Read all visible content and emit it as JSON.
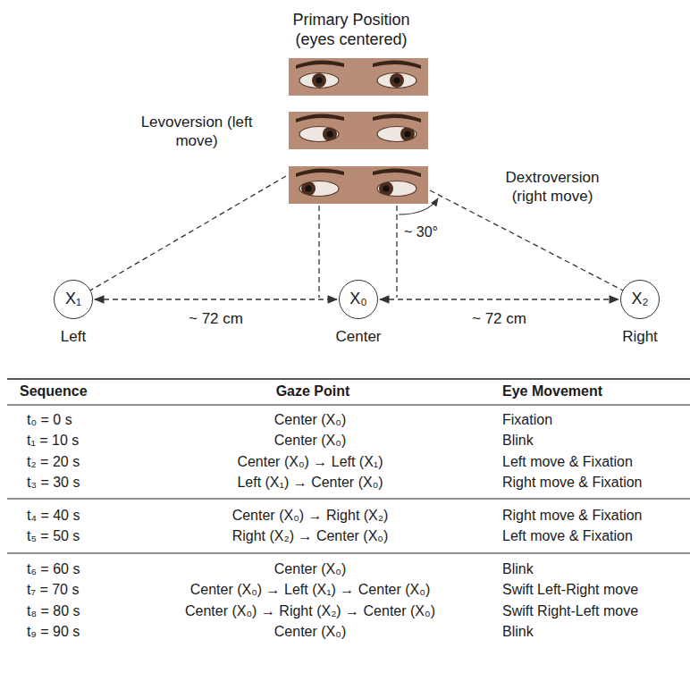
{
  "diagram": {
    "nodes": [
      {
        "text": [
          "X₁",
          "Left"
        ]
      },
      {
        "text": [
          "X₀",
          "Center"
        ]
      },
      {
        "text": [
          "X₂",
          "Right"
        ]
      }
    ],
    "edges": [
      {
        "from": 0,
        "to": 1,
        "arrow": "both",
        "label": "~ 72 cm"
      },
      {
        "from": 1,
        "to": 2,
        "arrow": "both",
        "label": "~ 72 cm"
      }
    ],
    "labels": [
      "Primary Position (eyes centered)",
      "Levoversion (left move)",
      "Dextroversion (right move)",
      "~ 30°",
      "Sequence",
      "Gaze Point",
      "Eye Movement",
      "t₀ = 0 s",
      "Center (X₀)",
      "Fixation",
      "t₁ = 10 s",
      "Center (X₀)",
      "Blink",
      "t₂ = 20 s",
      "Center (X₀) → Left (X₁)",
      "Left move & Fixation",
      "t₃ = 30 s",
      "Left (X₁) → Center (X₀)",
      "Right move & Fixation",
      "t₄ = 40 s",
      "Center (X₀) → Right (X₂)",
      "Right move & Fixation",
      "t₅ = 50 s",
      "Right (X₂) → Center (X₀)",
      "Left move & Fixation",
      "t₆ = 60 s",
      "Center (X₀)",
      "Blink",
      "t₇ = 70 s",
      "Center (X₀) → Left (X₁) → Center (X₀)",
      "Swift Left-Right move",
      "t₈ = 80 s",
      "Center (X₀) → Right (X₂) → Center (X₀)",
      "Swift Right-Left move",
      "t₉ = 90 s",
      "Center (X₀)",
      "Blink"
    ]
  }
}
